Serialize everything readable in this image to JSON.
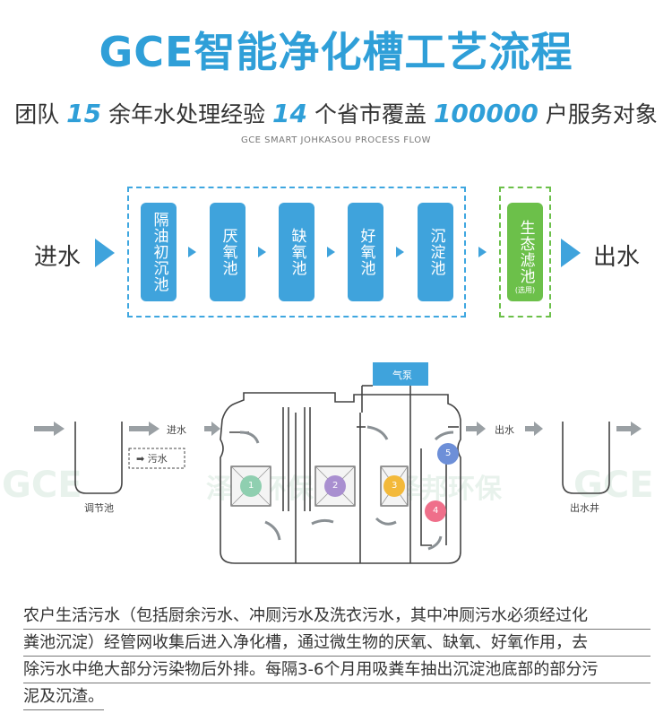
{
  "title": "GCE智能净化槽工艺流程",
  "subtitle": {
    "part1": "团队",
    "num1": "15",
    "part2": "余年水处理经验",
    "num2": "14",
    "part3": "个省市覆盖",
    "num3": "100000",
    "part4": "户服务对象"
  },
  "english_title": "GCE SMART JOHKASOU PROCESS FLOW",
  "flow": {
    "inlet": "进水",
    "outlet": "出水",
    "steps": [
      "隔油初沉池",
      "厌氧池",
      "缺氧池",
      "好氧池",
      "沉淀池"
    ],
    "optional_step": "生态滤池",
    "optional_note": "(选用)"
  },
  "diagram": {
    "pump_label": "气泵",
    "inlet_label": "进水",
    "outlet_label": "出水",
    "sewage_label": "污水",
    "regulating_tank": "调节池",
    "outlet_well": "出水井",
    "watermark_left": "GCE",
    "watermark_text1": "泽邦环保",
    "watermark_text2": "泽邦环保",
    "watermark_right": "GCE",
    "markers": [
      "1",
      "2",
      "3",
      "4",
      "5"
    ],
    "marker_colors": [
      "#8fcfb0",
      "#a98fd0",
      "#f3b93a",
      "#ef6f8a",
      "#6d8fd8"
    ]
  },
  "description": [
    "农户生活污水（包括厨余污水、冲厕污水及洗衣污水，其中冲厕污水必须经过化",
    "粪池沉淀）经管网收集后进入净化槽，通过微生物的厌氧、缺氧、好氧作用，去",
    "除污水中绝大部分污染物后外排。每隔3-6个月用吸粪车抽出沉淀池底部的部分污",
    "泥及沉渣。"
  ],
  "colors": {
    "accent": "#2f9fd8",
    "green": "#6cc04a"
  }
}
